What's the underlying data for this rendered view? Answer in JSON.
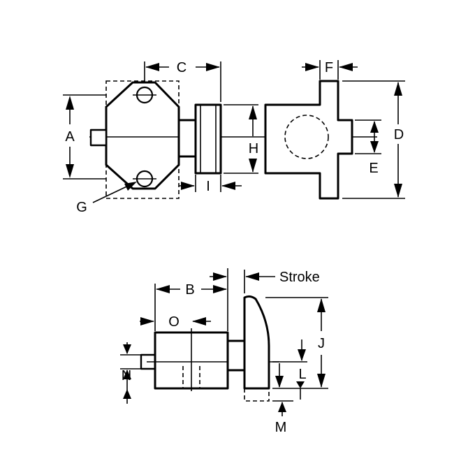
{
  "labels": {
    "A": "A",
    "B": "B",
    "C": "C",
    "D": "D",
    "E": "E",
    "F": "F",
    "G": "G",
    "H": "H",
    "I": "I",
    "J": "J",
    "L": "L",
    "M": "M",
    "N": "N",
    "O": "O",
    "stroke": "Stroke"
  }
}
